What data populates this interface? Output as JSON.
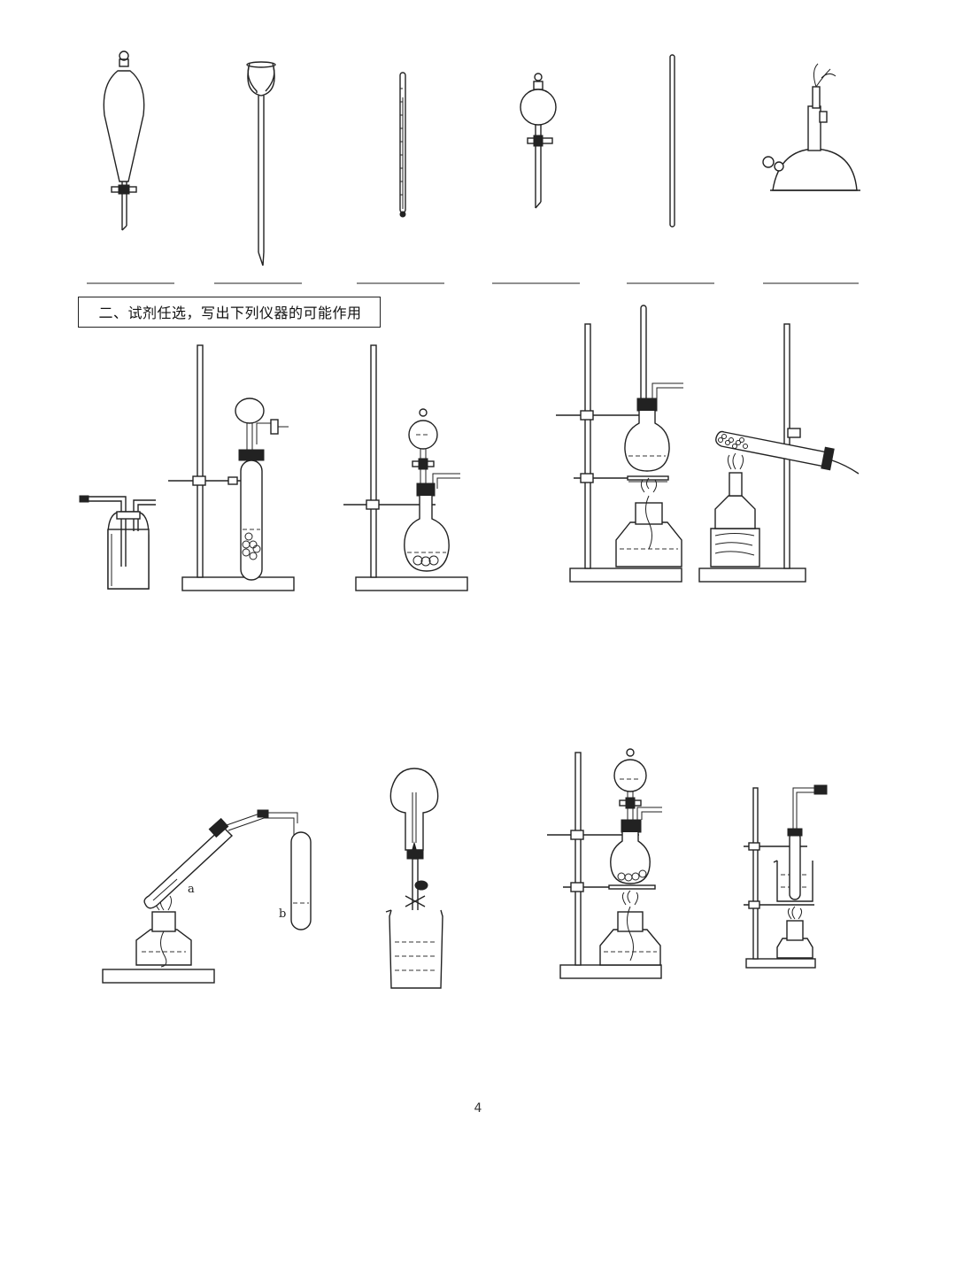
{
  "section_title": "二、试剂任选，写出下列仪器的可能作用",
  "labels": {
    "a": "a",
    "b": "b"
  },
  "page_number": "4",
  "icons": [
    "separatory-funnel-icon",
    "long-neck-funnel-icon",
    "thermometer-icon",
    "dropping-funnel-icon",
    "glass-rod-icon",
    "alcohol-blowtorch-icon",
    "gas-washing-bottle-icon",
    "kipp-like-generator-icon",
    "flask-generator-icon",
    "distillation-setup-icon",
    "heated-tube-setup-icon",
    "test-tube-heating-icon",
    "fountain-experiment-icon",
    "heated-flask-generator-icon",
    "water-bath-heating-icon"
  ]
}
